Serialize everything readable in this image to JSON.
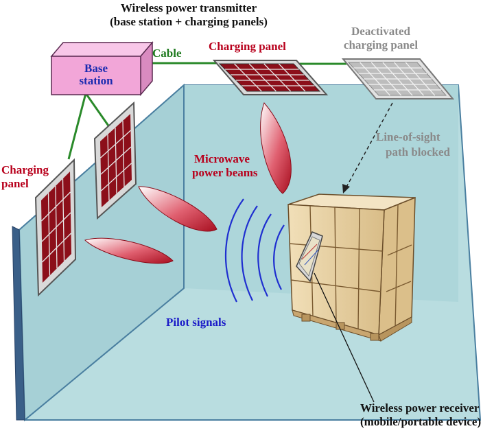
{
  "title_line1": "Wireless power transmitter",
  "title_line2": "(base station + charging panels)",
  "base_station_line1": "Base",
  "base_station_line2": "station",
  "cable_label": "Cable",
  "charging_panel_top": "Charging panel",
  "deactivated_line1": "Deactivated",
  "deactivated_line2": "charging panel",
  "los_line1": "Line-of-sight",
  "los_line2": "path blocked",
  "charging_panel_left_line1": "Charging",
  "charging_panel_left_line2": "panel",
  "microwave_line1": "Microwave",
  "microwave_line2": "power beams",
  "pilot_label": "Pilot signals",
  "receiver_line1": "Wireless power receiver",
  "receiver_line2": "(mobile/portable device)",
  "colors": {
    "room_floor": "#b9dde0",
    "room_wall": "#a9d3d8",
    "room_edge": "#4a7fa0",
    "panel_red": "#8c0f1a",
    "panel_gray": "#bdbdbd",
    "base_station": "#f2a6d8",
    "cable": "#2a8a2a",
    "beam": "#c41a2a",
    "pilot": "#1f2fd0",
    "crate": "#e6cfa3"
  }
}
